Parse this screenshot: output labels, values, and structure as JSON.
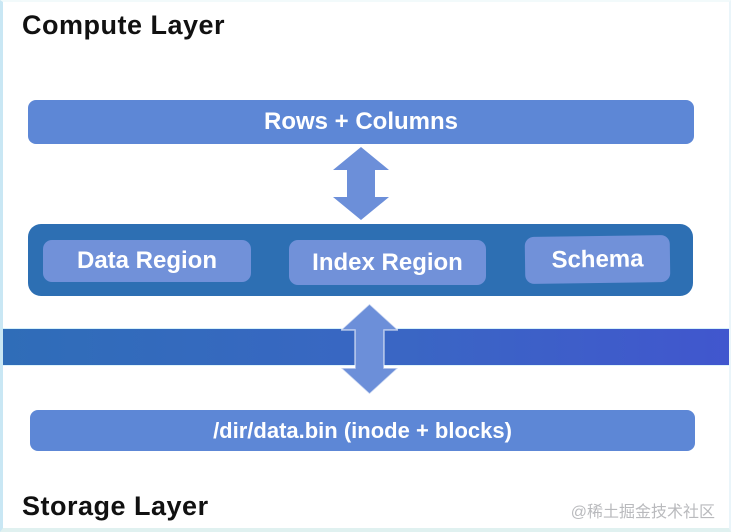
{
  "colors": {
    "frame_border_left": "#c9e7f4",
    "frame_border_top": "#f2fafb",
    "frame_border_right": "#eaf5fa",
    "frame_border_bottom": "#e0f1f0",
    "bar_blue": "#5d87d6",
    "inner_box_blue": "#7191d9",
    "container_blue": "#2d6fb3",
    "band_left": "#2f6db8",
    "band_right": "#4156ce",
    "arrow_blue": "#6c8fd9",
    "heading_text": "#111111",
    "bar_text": "#ffffff",
    "watermark_gray": "#b9babd"
  },
  "headings": {
    "compute_layer": "Compute Layer",
    "storage_layer": "Storage Layer"
  },
  "compute": {
    "rows_columns_label": "Rows + Columns",
    "regions": [
      {
        "label": "Data Region"
      },
      {
        "label": "Index Region"
      },
      {
        "label": "Schema"
      }
    ]
  },
  "storage": {
    "file_label": "/dir/data.bin (inode + blocks)"
  },
  "icons": {
    "top_arrow": "double-vertical-arrow",
    "bottom_arrow": "double-vertical-arrow"
  },
  "watermark": "@稀土掘金技术社区"
}
